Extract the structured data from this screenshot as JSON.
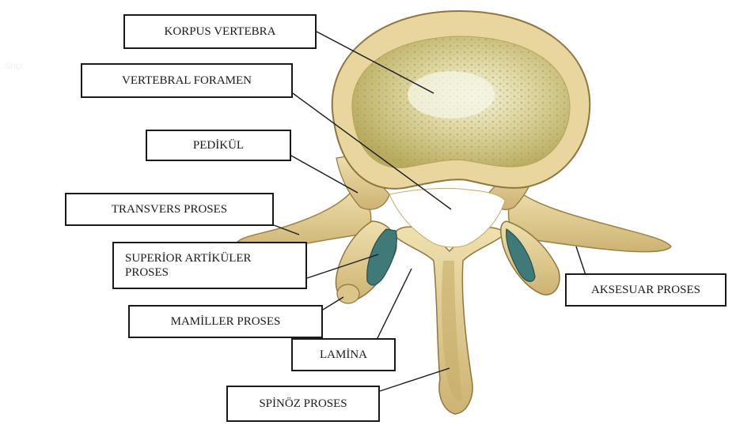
{
  "labels": {
    "korpus_vertebra": "KORPUS VERTEBRA",
    "vertebral_foramen": "VERTEBRAL FORAMEN",
    "pedikul": "PEDİKÜL",
    "transvers_proses": "TRANSVERS PROSES",
    "superior_artikuler_proses_line1": "SUPERİOR ARTİKÜLER",
    "superior_artikuler_proses_line2": "PROSES",
    "mamiller_proses": "MAMİLLER PROSES",
    "lamina": "LAMİNA",
    "aksesuar_proses": "AKSESUAR PROSES",
    "spinoz_proses": "SPİNÖZ PROSES"
  },
  "watermark": "Snip",
  "colors": {
    "bone": "#e6d49a",
    "bone_shade": "#b89a52",
    "bone_dark": "#7a6230",
    "cancellous": "#c9bd72",
    "cancellous_light": "#f2f2dc",
    "articular_facet": "#3f7a78",
    "outline": "#1a1a1a"
  }
}
